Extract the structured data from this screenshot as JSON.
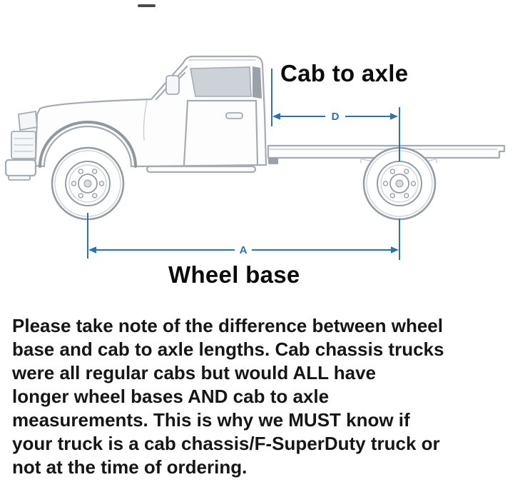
{
  "diagram": {
    "cab_to_axle_label": "Cab to axle",
    "wheel_base_label": "Wheel base",
    "dimension_d_label": "D",
    "dimension_a_label": "A",
    "dimension_color": "#2a72b8",
    "drawing_color": "#a3abb3"
  },
  "note": {
    "lines": [
      "Please take note of the difference between wheel",
      "base and cab to axle lengths. Cab chassis trucks",
      "were all regular cabs but would ALL have",
      "longer wheel bases AND cab to axle",
      "measurements. This is why we MUST know if",
      "your truck is a cab chassis/F-SuperDuty truck or",
      "not at the time of ordering."
    ]
  }
}
